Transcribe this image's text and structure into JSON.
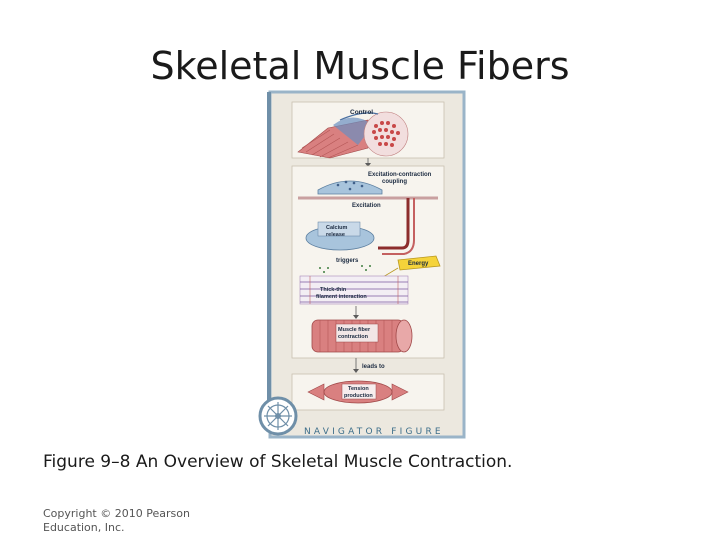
{
  "slide": {
    "title": "Skeletal Muscle Fibers",
    "caption": "Figure 9–8 An Overview of Skeletal Muscle Contraction.",
    "copyright_line1": "Copyright © 2010 Pearson",
    "copyright_line2": "Education, Inc."
  },
  "figure": {
    "steps": {
      "control": "Control",
      "excitation_contraction_1": "Excitation-contraction",
      "excitation_contraction_2": "coupling",
      "excitation": "Excitation",
      "calcium_1": "Calcium",
      "calcium_2": "release",
      "triggers": "triggers",
      "energy": "Energy",
      "thick_thin_1": "Thick-thin",
      "thick_thin_2": "filament interaction",
      "fiber_contraction_1": "Muscle fiber",
      "fiber_contraction_2": "contraction",
      "leads_to": "leads to",
      "tension_1": "Tension",
      "tension_2": "production"
    },
    "navigator_label": "NAVIGATOR FIGURE"
  },
  "colors": {
    "frame": "#9ab4c8",
    "panel_bg": "#ece8df",
    "muscle": "#d98080",
    "energy": "#f5d33a",
    "calcium": "#a8c4dc"
  }
}
